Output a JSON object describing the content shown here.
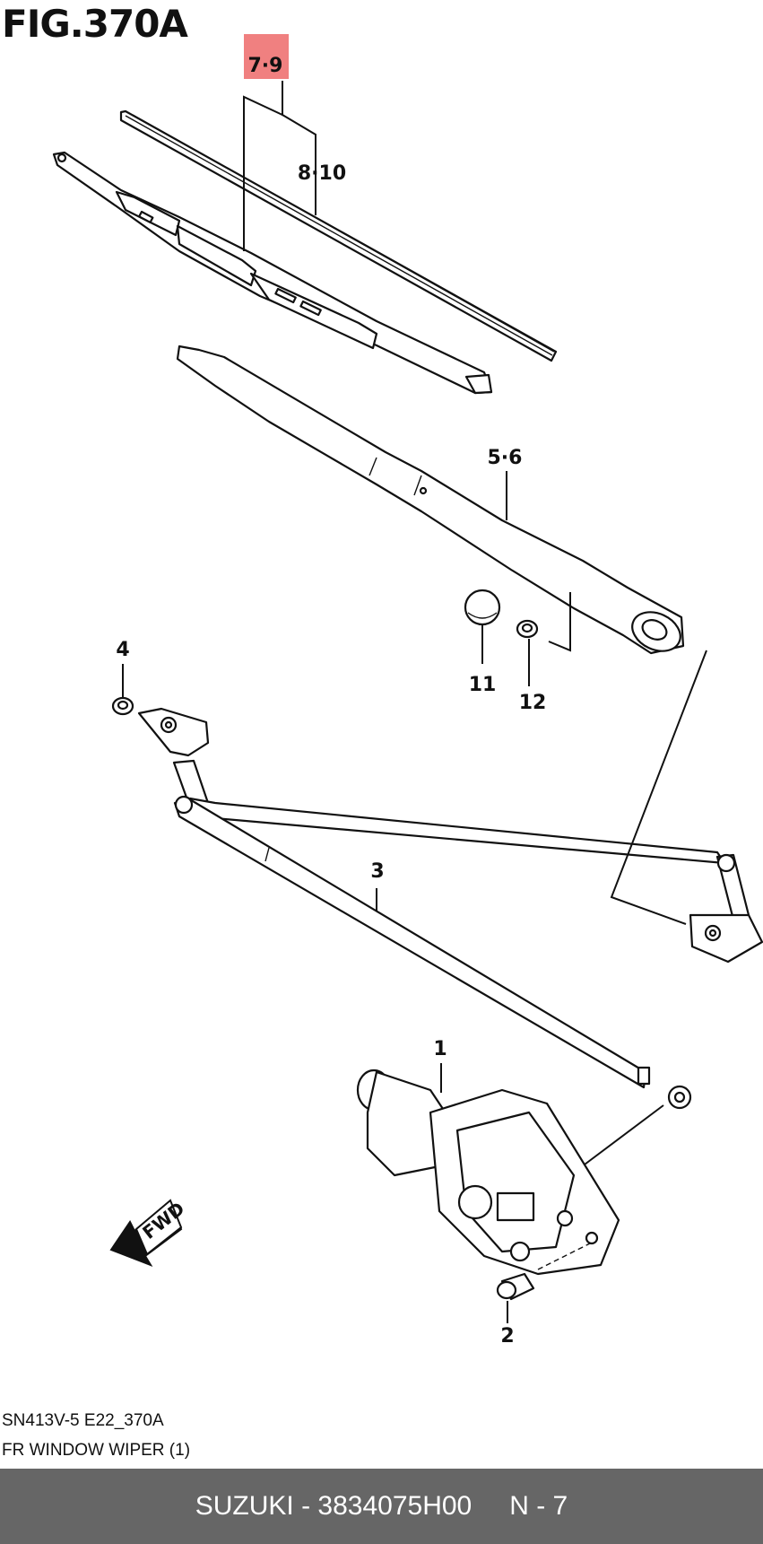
{
  "figure": {
    "title": "FIG.370A",
    "highlight_color": "#f08080"
  },
  "callouts": {
    "c79": "7·9",
    "c810": "8·10",
    "c56": "5·6",
    "c4": "4",
    "c11": "11",
    "c12": "12",
    "c3": "3",
    "c1": "1",
    "c2": "2"
  },
  "fwd_label": "FWD",
  "caption": {
    "code": "SN413V-5 E22_370A",
    "title": "FR WINDOW WIPER (1)"
  },
  "footer": {
    "brand_part": "SUZUKI - 3834075H00",
    "page": "N - 7",
    "background": "#666666"
  }
}
